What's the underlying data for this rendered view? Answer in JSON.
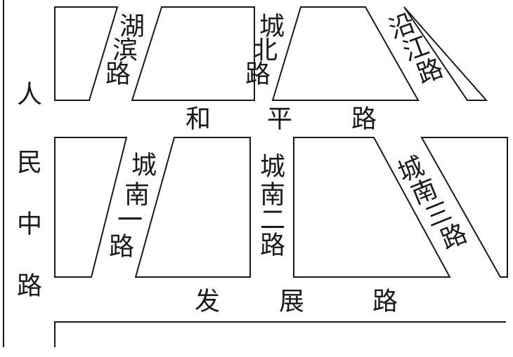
{
  "map": {
    "roads": {
      "renmin_zhong": "人民中路",
      "heping": "和平路",
      "fazhan": "发展路",
      "hubin": "湖滨路",
      "chengbei": "城北路",
      "yanjiang": "沿江路",
      "chengnan_1": "城南一路",
      "chengnan_2": "城南二路",
      "chengnan_3": "城南三路"
    },
    "colors": {
      "ink": "#1a1a1a",
      "background": "#ffffff"
    }
  }
}
